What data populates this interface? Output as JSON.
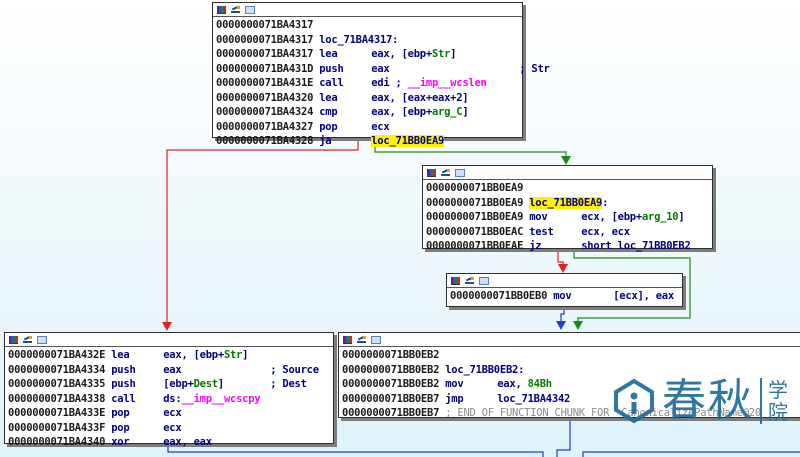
{
  "blocks": {
    "a": {
      "rows": [
        {
          "addr": "0000000071BA4317",
          "mn": "",
          "ops": ""
        },
        {
          "addr": "0000000071BA4317",
          "label": "loc_71BA4317:"
        },
        {
          "addr": "0000000071BA4317",
          "mn": "lea",
          "ops_pre": "eax, [ebp+",
          "var": "Str",
          "ops_post": "]"
        },
        {
          "addr": "0000000071BA431D",
          "mn": "push",
          "ops": "eax",
          "comment": "; Str"
        },
        {
          "addr": "0000000071BA431E",
          "mn": "call",
          "ops": "edi ; ",
          "imp": "__imp__wcslen"
        },
        {
          "addr": "0000000071BA4320",
          "mn": "lea",
          "ops": "eax, [eax+eax+2]"
        },
        {
          "addr": "0000000071BA4324",
          "mn": "cmp",
          "ops_pre": "eax, [ebp+",
          "var": "arg_C",
          "ops_post": "]"
        },
        {
          "addr": "0000000071BA4327",
          "mn": "pop",
          "ops": "ecx"
        },
        {
          "addr": "0000000071BA4328",
          "mn": "ja",
          "target": "loc_71BB0EA9"
        }
      ]
    },
    "b": {
      "rows": [
        {
          "addr": "0000000071BB0EA9"
        },
        {
          "addr": "0000000071BB0EA9",
          "label": "loc_71BB0EA9",
          "label_suffix": ":"
        },
        {
          "addr": "0000000071BB0EA9",
          "mn": "mov",
          "ops_pre": "ecx, [ebp+",
          "var": "arg_10",
          "ops_post": "]"
        },
        {
          "addr": "0000000071BB0EAC",
          "mn": "test",
          "ops": "ecx, ecx"
        },
        {
          "addr": "0000000071BB0EAE",
          "mn": "jz",
          "ops": "short loc_71BB0EB2"
        }
      ]
    },
    "c": {
      "rows": [
        {
          "addr": "0000000071BB0EB0",
          "mn": "mov",
          "ops": "[ecx], eax"
        }
      ]
    },
    "d": {
      "rows": [
        {
          "addr": "0000000071BA432E",
          "mn": "lea",
          "ops_pre": "eax, [ebp+",
          "var": "Str",
          "ops_post": "]"
        },
        {
          "addr": "0000000071BA4334",
          "mn": "push",
          "ops": "eax",
          "comment": "; Source"
        },
        {
          "addr": "0000000071BA4335",
          "mn": "push",
          "ops_pre": "[ebp+",
          "var": "Dest",
          "ops_post": "]",
          "comment": "; Dest"
        },
        {
          "addr": "0000000071BA4338",
          "mn": "call",
          "ops": "ds:",
          "imp": "__imp__wcscpy"
        },
        {
          "addr": "0000000071BA433E",
          "mn": "pop",
          "ops": "ecx"
        },
        {
          "addr": "0000000071BA433F",
          "mn": "pop",
          "ops": "ecx"
        },
        {
          "addr": "0000000071BA4340",
          "mn": "xor",
          "ops": "eax, eax"
        }
      ]
    },
    "e": {
      "rows": [
        {
          "addr": "0000000071BB0EB2"
        },
        {
          "addr": "0000000071BB0EB2",
          "label": "loc_71BB0EB2:"
        },
        {
          "addr": "0000000071BB0EB2",
          "mn": "mov",
          "ops": "eax, ",
          "num": "84Bh"
        },
        {
          "addr": "0000000071BB0EB7",
          "mn": "jmp",
          "ops": "loc_71BA4342"
        },
        {
          "addr": "0000000071BB0EB7",
          "end_comment": "; END OF FUNCTION CHUNK FOR _CanonicalizePathName@20"
        }
      ]
    }
  },
  "edge_colors": {
    "false_branch": "#e02020",
    "true_branch": "#1a8a1a",
    "unconditional": "#1f3fd0"
  },
  "watermark": {
    "logo": "i-house-icon",
    "main": "春秋",
    "side_top": "学",
    "side_bottom": "院",
    "color": "#1f6d9c"
  }
}
